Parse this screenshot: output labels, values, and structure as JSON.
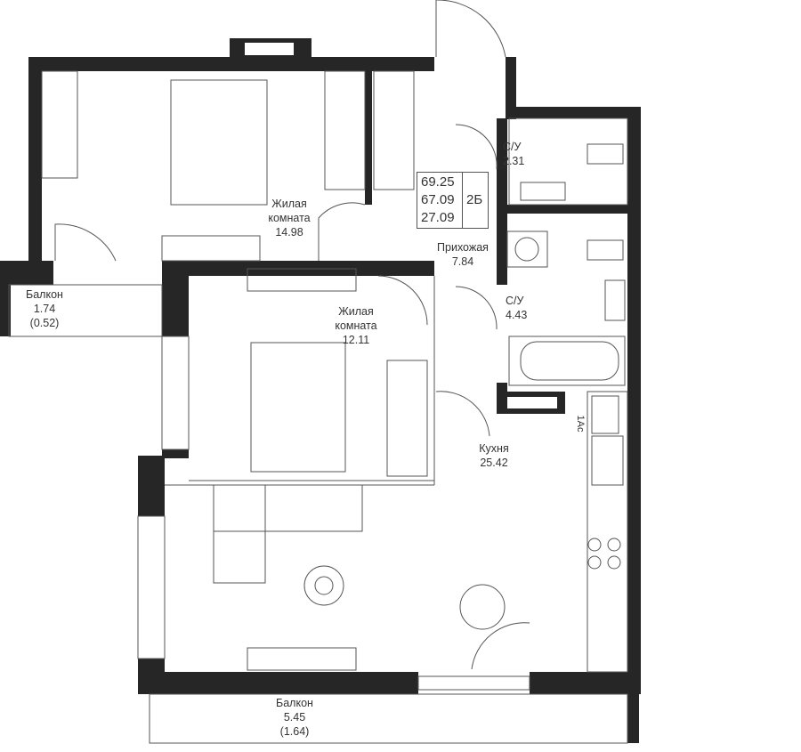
{
  "summary": {
    "total_area": "69.25",
    "living_area_total": "67.09",
    "living_area": "27.09",
    "type": "2Б"
  },
  "rooms": [
    {
      "name": "Жилая",
      "name2": "комната",
      "area": "14.98"
    },
    {
      "name": "Жилая",
      "name2": "комната",
      "area": "12.11"
    },
    {
      "name": "Прихожая",
      "area": "7.84"
    },
    {
      "name": "С/У",
      "area": "2.31"
    },
    {
      "name": "С/У",
      "area": "4.43"
    },
    {
      "name": "Кухня",
      "area": "25.42"
    },
    {
      "name": "Балкон",
      "area": "1.74",
      "area_coef": "(0.52)"
    },
    {
      "name": "Балкон",
      "area": "5.45",
      "area_coef": "(1.64)"
    }
  ],
  "markers": {
    "appliance": "1Ас"
  },
  "colors": {
    "wall": "#262626",
    "line": "#555555"
  }
}
